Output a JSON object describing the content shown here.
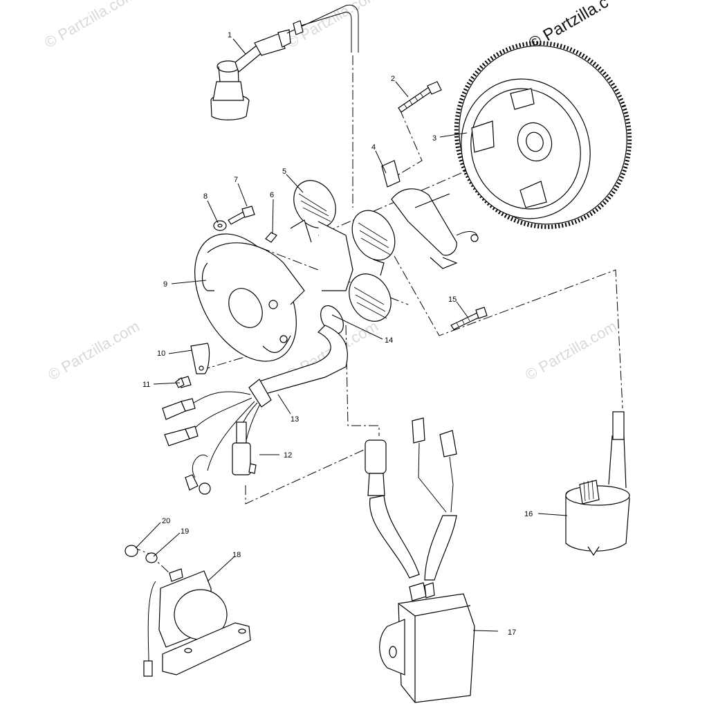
{
  "watermark": {
    "brand": "© Partzilla.c",
    "faint": "© Partzilla.com"
  },
  "callouts": [
    "1",
    "2",
    "3",
    "4",
    "5",
    "6",
    "7",
    "8",
    "9",
    "10",
    "11",
    "12",
    "13",
    "14",
    "15",
    "16",
    "17",
    "18",
    "19",
    "20"
  ],
  "colors": {
    "line": "#000000",
    "background": "#ffffff",
    "watermark": "#d9d9d9"
  }
}
